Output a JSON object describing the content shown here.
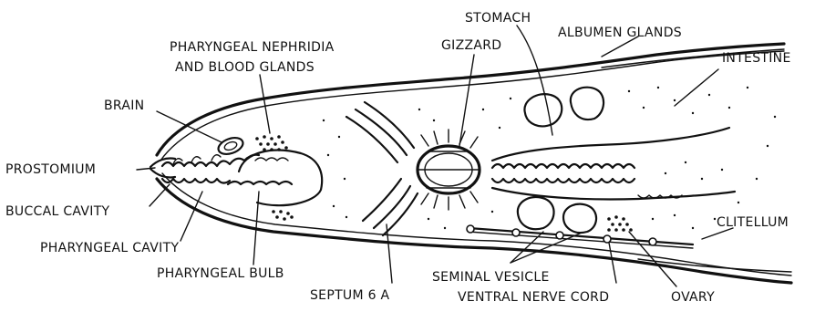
{
  "labels": {
    "stomach": "STOMACH",
    "albumen_glands": "ALBUMEN GLANDS",
    "intestine": "INTESTINE",
    "pharyngeal_nephridia_line1": "PHARYNGEAL NEPHRIDIA",
    "pharyngeal_nephridia_line2": "AND BLOOD GLANDS",
    "gizzard": "GIZZARD",
    "brain": "BRAIN",
    "prostomium": "PROSTOMIUM",
    "buccal_cavity": "BUCCAL CAVITY",
    "pharyngeal_cavity": "PHARYNGEAL CAVITY",
    "pharyngeal_bulb": "PHARYNGEAL BULB",
    "septum": "SEPTUM 6 A",
    "seminal_vesicle": "SEMINAL VESICLE",
    "ventral_nerve_cord": "VENTRAL NERVE CORD",
    "ovary": "OVARY",
    "clitellum": "CLITELLUM"
  }
}
